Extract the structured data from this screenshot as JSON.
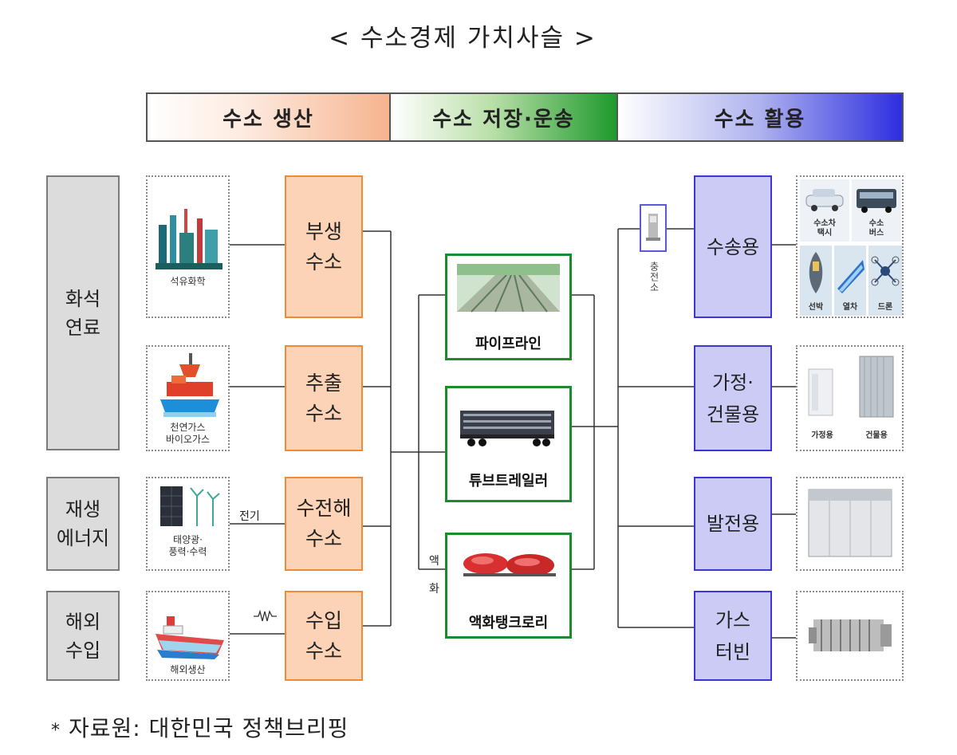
{
  "title": "< 수소경제 가치사슬 >",
  "bands": [
    "수소 생산",
    "수소 저장·운송",
    "수소 활용"
  ],
  "sources": [
    "화석\n연료",
    "재생\n에너지",
    "해외\n수입"
  ],
  "source_images": [
    {
      "caption": "석유화학",
      "icon": "refinery-icon"
    },
    {
      "caption": "천연가스\n바이오가스",
      "icon": "offshore-platform-icon"
    },
    {
      "caption": "태양광·\n풍력·수력",
      "icon": "solar-wind-icon"
    },
    {
      "caption": "해외생산",
      "icon": "ship-icon"
    }
  ],
  "production": [
    "부생\n수소",
    "추출\n수소",
    "수전해\n수소",
    "수입\n수소"
  ],
  "connector_labels": {
    "electricity": "전기",
    "liquefaction": [
      "액",
      "화"
    ],
    "charging_station": "충전소"
  },
  "transport": [
    {
      "label": "파이프라인",
      "icon": "pipeline-icon"
    },
    {
      "label": "튜브트레일러",
      "icon": "tube-trailer-icon"
    },
    {
      "label": "액화탱크로리",
      "icon": "tank-lorry-icon"
    }
  ],
  "usage": [
    "수송용",
    "가정·\n건물용",
    "발전용",
    "가스\n터빈"
  ],
  "usage_images": {
    "transport": [
      "수소차\n택시",
      "수소\n버스",
      "선박",
      "열차",
      "드론"
    ],
    "building": [
      "가정용",
      "건물용"
    ]
  },
  "footnote": "자료원: 대한민국 정책브리핑",
  "colors": {
    "production_fill": "#fcd3b6",
    "production_border": "#ef8a38",
    "transport_border": "#1d8a2e",
    "usage_fill": "#cbcbf6",
    "usage_border": "#3b36d4"
  }
}
